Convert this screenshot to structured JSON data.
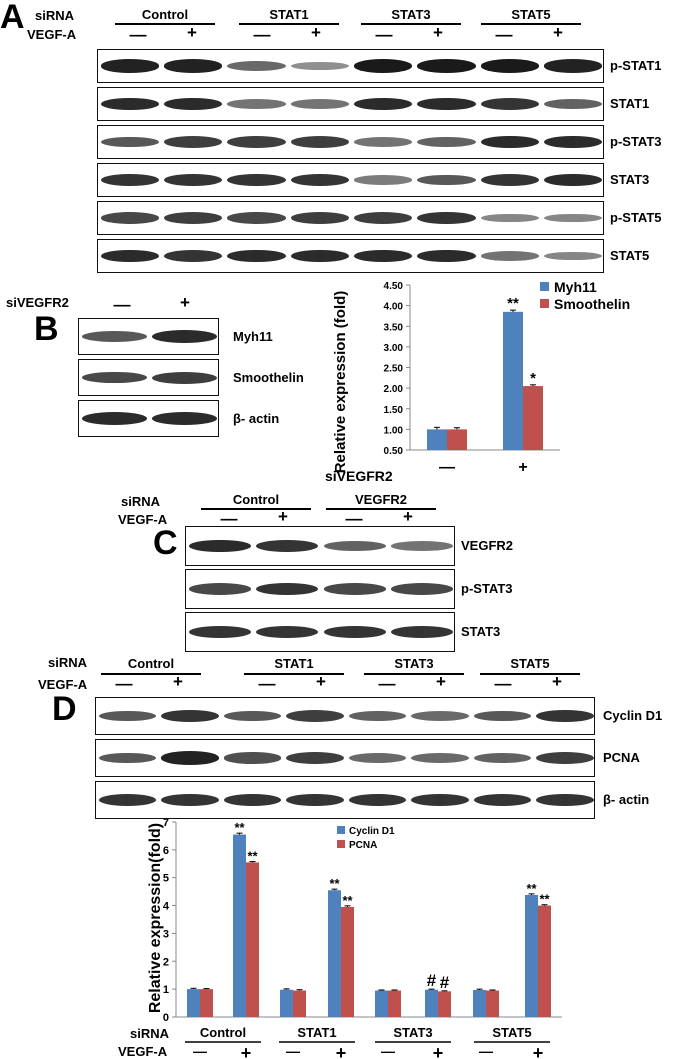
{
  "panels": {
    "A": "A",
    "B": "B",
    "C": "C",
    "D": "D"
  },
  "row_labels": {
    "sirna": "siRNA",
    "vegfa": "VEGF-A",
    "sivegfr2": "siVEGFR2"
  },
  "treatment_symbols": {
    "minus": "—",
    "plus": "+"
  },
  "panel_a": {
    "groups": [
      "Control",
      "STAT1",
      "STAT3",
      "STAT5"
    ],
    "blots": [
      {
        "label": "p-STAT1",
        "intensities": [
          0.9,
          0.9,
          0.5,
          0.3,
          0.95,
          0.95,
          0.95,
          0.9
        ]
      },
      {
        "label": "STAT1",
        "intensities": [
          0.85,
          0.85,
          0.45,
          0.45,
          0.85,
          0.85,
          0.8,
          0.55
        ]
      },
      {
        "label": "p-STAT3",
        "intensities": [
          0.6,
          0.75,
          0.75,
          0.75,
          0.45,
          0.55,
          0.85,
          0.85
        ]
      },
      {
        "label": "STAT3",
        "intensities": [
          0.8,
          0.8,
          0.8,
          0.8,
          0.4,
          0.6,
          0.8,
          0.85
        ]
      },
      {
        "label": "p-STAT5",
        "intensities": [
          0.7,
          0.75,
          0.7,
          0.75,
          0.75,
          0.8,
          0.35,
          0.35
        ]
      },
      {
        "label": "STAT5",
        "intensities": [
          0.85,
          0.8,
          0.85,
          0.85,
          0.85,
          0.85,
          0.45,
          0.35
        ]
      }
    ]
  },
  "panel_b": {
    "blots": [
      {
        "label": "Myh11",
        "intensities": [
          0.6,
          0.85
        ]
      },
      {
        "label": "Smoothelin",
        "intensities": [
          0.7,
          0.75
        ]
      },
      {
        "label": "β- actin",
        "intensities": [
          0.85,
          0.85
        ]
      }
    ]
  },
  "panel_c": {
    "groups": [
      "Control",
      "VEGFR2"
    ],
    "blots": [
      {
        "label": "VEGFR2",
        "intensities": [
          0.85,
          0.8,
          0.55,
          0.45
        ]
      },
      {
        "label": "p-STAT3",
        "intensities": [
          0.7,
          0.8,
          0.7,
          0.7
        ]
      },
      {
        "label": "STAT3",
        "intensities": [
          0.8,
          0.8,
          0.8,
          0.8
        ]
      }
    ]
  },
  "panel_d": {
    "groups": [
      "Control",
      "STAT1",
      "STAT3",
      "STAT5"
    ],
    "blots": [
      {
        "label": "Cyclin D1",
        "intensities": [
          0.6,
          0.8,
          0.6,
          0.75,
          0.55,
          0.5,
          0.6,
          0.8
        ]
      },
      {
        "label": "PCNA",
        "intensities": [
          0.6,
          0.9,
          0.65,
          0.75,
          0.5,
          0.5,
          0.55,
          0.75
        ]
      },
      {
        "label": "β- actin",
        "intensities": [
          0.8,
          0.8,
          0.8,
          0.8,
          0.8,
          0.8,
          0.8,
          0.8
        ]
      }
    ]
  },
  "chart_data": [
    {
      "type": "bar",
      "categories": [
        "—",
        "+"
      ],
      "series": [
        {
          "name": "Myh11",
          "values": [
            1.0,
            3.85
          ],
          "errors": [
            0.05,
            0.04
          ],
          "color": "#4f81bd"
        },
        {
          "name": "Smoothelin",
          "values": [
            1.0,
            2.05
          ],
          "errors": [
            0.04,
            0.03
          ],
          "color": "#c0504d"
        }
      ],
      "annotations": [
        {
          "series": "Myh11",
          "category": "+",
          "text": "**"
        },
        {
          "series": "Smoothelin",
          "category": "+",
          "text": "*"
        }
      ],
      "ylabel": "Relative expression (fold)",
      "xlabel": "siVEGFR2",
      "yticks": [
        "0.50",
        "1.00",
        "1.50",
        "2.00",
        "2.50",
        "3.00",
        "3.50",
        "4.00",
        "4.50"
      ],
      "ylim": [
        0.5,
        4.5
      ],
      "legend": "top-right",
      "grid": false
    },
    {
      "type": "bar",
      "categories": [
        "Control —",
        "Control +",
        "STAT1 —",
        "STAT1 +",
        "STAT3 —",
        "STAT3 +",
        "STAT5 —",
        "STAT5 +"
      ],
      "category_groups": [
        "Control",
        "STAT1",
        "STAT3",
        "STAT5"
      ],
      "series": [
        {
          "name": "Cyclin D1",
          "values": [
            1.0,
            6.55,
            0.98,
            4.55,
            0.95,
            0.98,
            0.97,
            4.38
          ],
          "errors": [
            0.03,
            0.05,
            0.03,
            0.04,
            0.02,
            0.02,
            0.03,
            0.04
          ],
          "color": "#4f81bd"
        },
        {
          "name": "PCNA",
          "values": [
            1.0,
            5.55,
            0.95,
            3.95,
            0.95,
            0.92,
            0.95,
            4.0
          ],
          "errors": [
            0.02,
            0.03,
            0.03,
            0.04,
            0.02,
            0.02,
            0.02,
            0.03
          ],
          "color": "#c0504d"
        }
      ],
      "annotations": [
        {
          "series": "Cyclin D1",
          "category": "Control +",
          "text": "**"
        },
        {
          "series": "PCNA",
          "category": "Control +",
          "text": "**"
        },
        {
          "series": "Cyclin D1",
          "category": "STAT1 +",
          "text": "**"
        },
        {
          "series": "PCNA",
          "category": "STAT1 +",
          "text": "**"
        },
        {
          "series": "Cyclin D1",
          "category": "STAT3 +",
          "text": "#"
        },
        {
          "series": "PCNA",
          "category": "STAT3 +",
          "text": "#"
        },
        {
          "series": "Cyclin D1",
          "category": "STAT5 +",
          "text": "**"
        },
        {
          "series": "PCNA",
          "category": "STAT5 +",
          "text": "**"
        }
      ],
      "ylabel": "Relative expression(fold)",
      "yticks": [
        "0",
        "1",
        "2",
        "3",
        "4",
        "5",
        "6",
        "7"
      ],
      "ylim": [
        0,
        7
      ],
      "legend": "top-center",
      "grid": false
    }
  ]
}
